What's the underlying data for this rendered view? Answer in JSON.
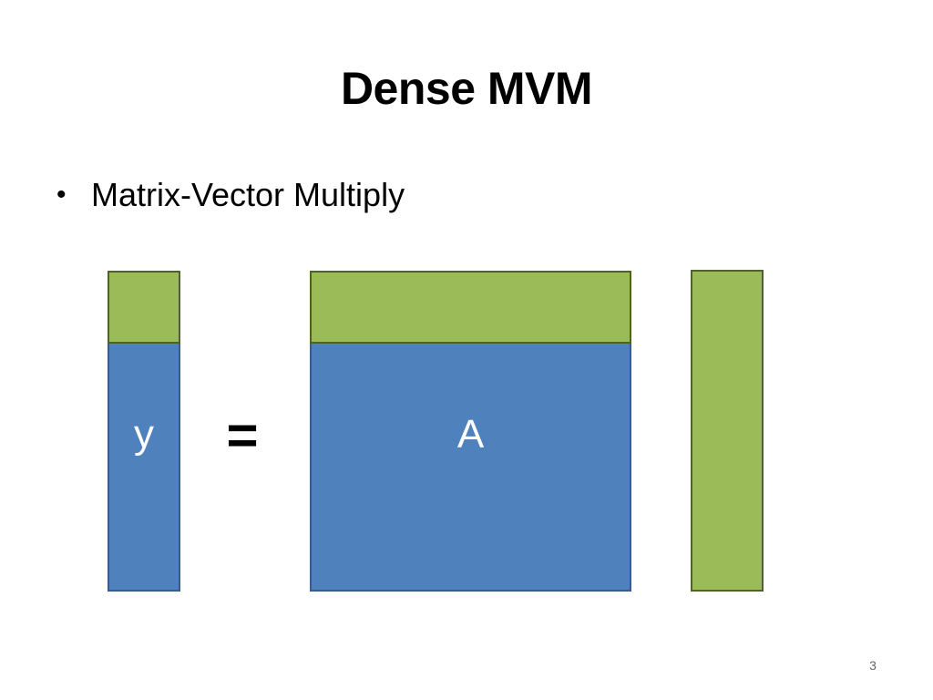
{
  "slide": {
    "title": "Dense MVM",
    "bullet_symbol": "•",
    "bullet_text": "Matrix-Vector Multiply",
    "page_number": "3"
  },
  "diagram": {
    "y_label": "y",
    "equals_symbol": "=",
    "a_label": "A",
    "colors": {
      "green": "#9bbb59",
      "blue": "#4f81bd",
      "blue_border": "#385d8a",
      "green_border": "#4f6228"
    }
  }
}
